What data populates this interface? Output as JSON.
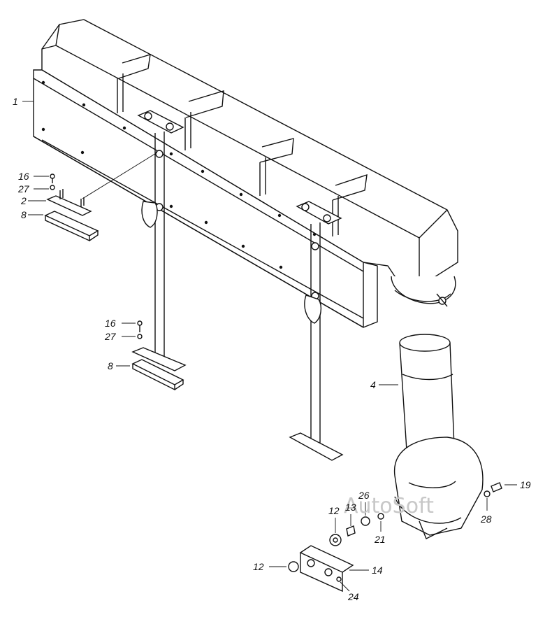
{
  "watermark": "AutoSoft",
  "callouts": [
    {
      "id": "c1",
      "label": "1"
    },
    {
      "id": "c16a",
      "label": "16"
    },
    {
      "id": "c27a",
      "label": "27"
    },
    {
      "id": "c2",
      "label": "2"
    },
    {
      "id": "c8a",
      "label": "8"
    },
    {
      "id": "c16b",
      "label": "16"
    },
    {
      "id": "c27b",
      "label": "27"
    },
    {
      "id": "c8b",
      "label": "8"
    },
    {
      "id": "c4",
      "label": "4"
    },
    {
      "id": "c19",
      "label": "19"
    },
    {
      "id": "c28",
      "label": "28"
    },
    {
      "id": "c26",
      "label": "26"
    },
    {
      "id": "c12a",
      "label": "12"
    },
    {
      "id": "c13",
      "label": "13"
    },
    {
      "id": "c21",
      "label": "21"
    },
    {
      "id": "c12b",
      "label": "12"
    },
    {
      "id": "c14",
      "label": "14"
    },
    {
      "id": "c24",
      "label": "24"
    }
  ]
}
